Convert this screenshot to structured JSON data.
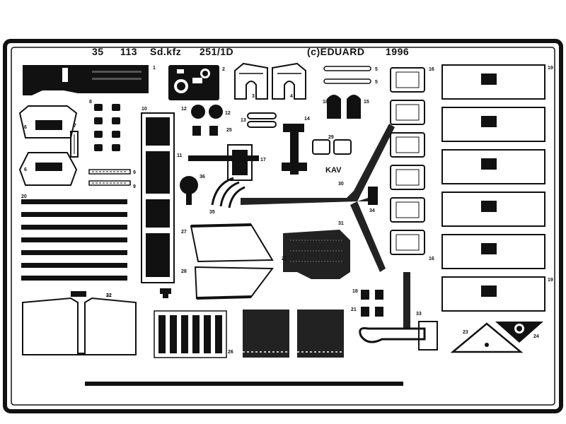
{
  "fret": {
    "header": {
      "code": "35",
      "number": "113",
      "model": "Sd.kfz",
      "variant": "251/1D",
      "maker": "(c)EDUARD",
      "year": "1996"
    },
    "part_numbers": [
      "1",
      "2",
      "3",
      "4",
      "5",
      "5",
      "6",
      "6",
      "7",
      "8",
      "9",
      "9",
      "10",
      "11",
      "12",
      "12",
      "13",
      "14",
      "15",
      "16",
      "16",
      "17",
      "18",
      "18",
      "19",
      "19",
      "20",
      "21",
      "22",
      "23",
      "24",
      "25",
      "26",
      "27",
      "27",
      "28",
      "29",
      "30",
      "31",
      "32",
      "33",
      "34",
      "35",
      "36"
    ],
    "etched_text": "KAV",
    "colors": {
      "background": "#ffffff",
      "ink": "#111111",
      "metal": "#ffffff"
    }
  }
}
